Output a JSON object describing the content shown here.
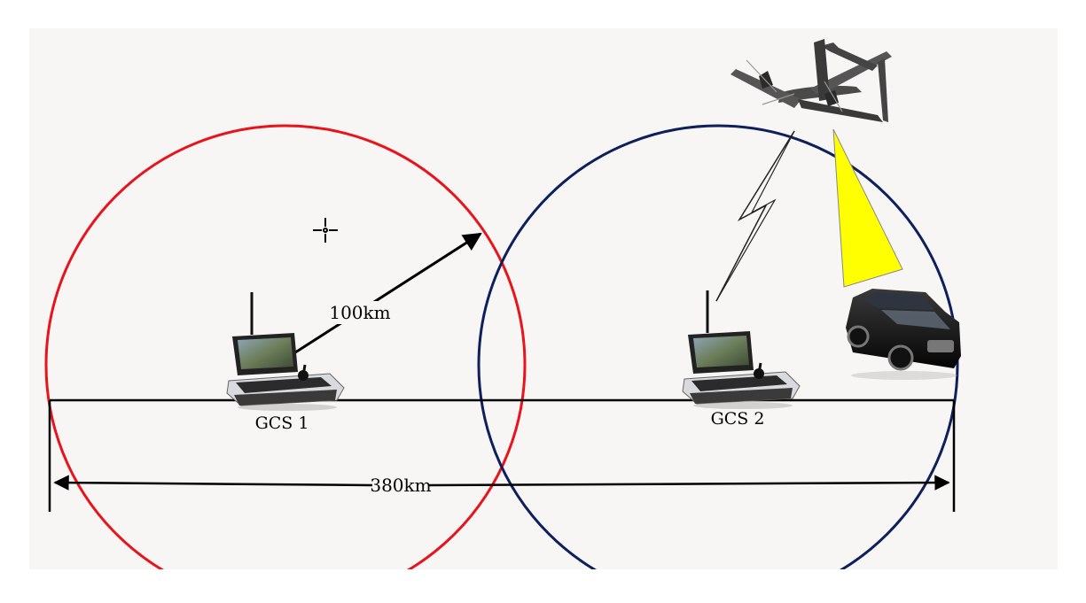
{
  "labels": {
    "radius": "100km",
    "gcs1": "GCS 1",
    "gcs2": "GCS 2",
    "distance": "380km"
  },
  "colors": {
    "gcs1_range": "#e8141c",
    "gcs2_range": "#0e1f5c",
    "camera_beam": "#ffff00",
    "lines": "#000000",
    "background": "#f7f6f4"
  },
  "icons": {
    "uav": "uav-drone-icon",
    "vehicle": "suv-car-icon",
    "ground_station": "ground-control-station-icon",
    "cursor": "crosshair-cursor-icon"
  }
}
